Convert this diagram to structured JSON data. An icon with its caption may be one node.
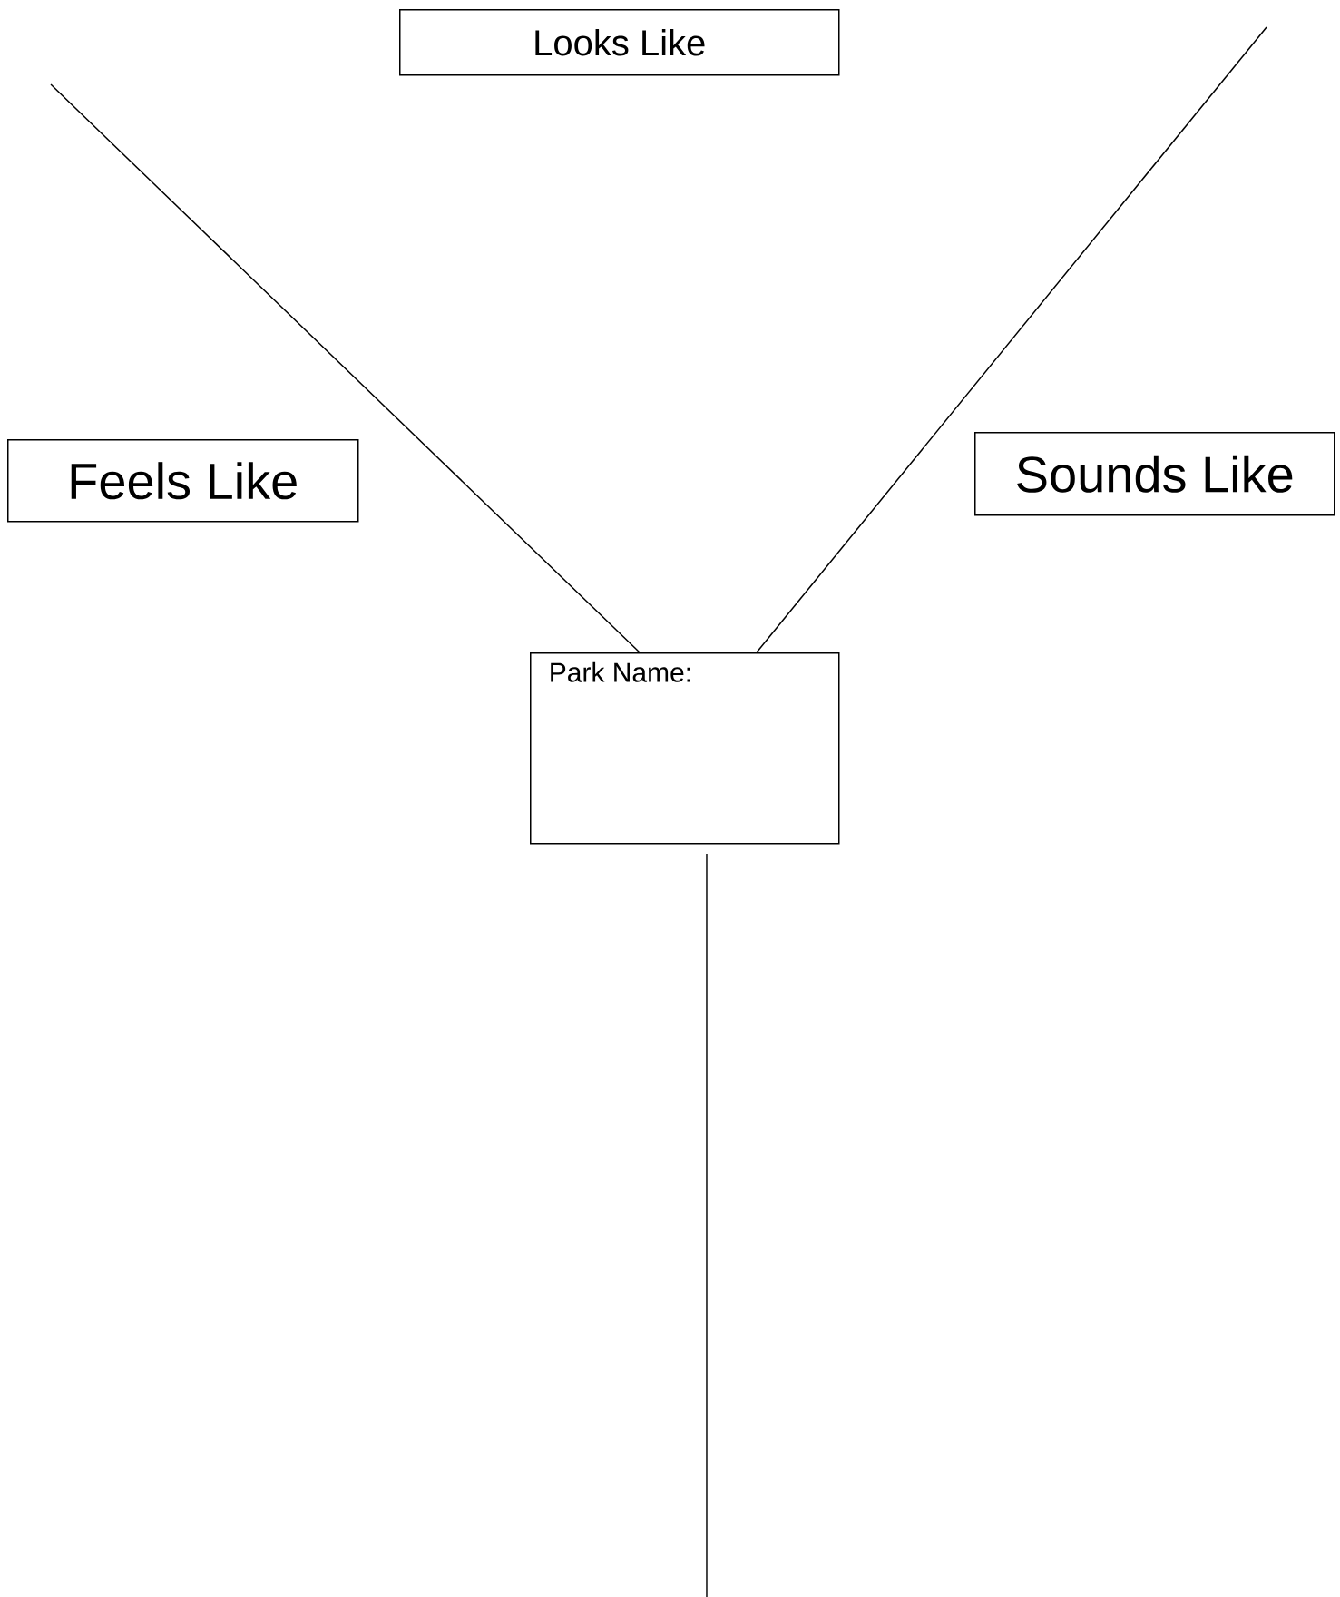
{
  "diagram": {
    "nodes": [
      {
        "text": [
          "Looks Like"
        ]
      },
      {
        "text": [
          "Feels Like"
        ]
      },
      {
        "text": [
          "Sounds Like"
        ]
      },
      {
        "text": [
          "Park Name:"
        ]
      }
    ],
    "edges": [
      {
        "from": null,
        "to": 3,
        "arrow": "none"
      },
      {
        "from": null,
        "to": 3,
        "arrow": "none"
      }
    ]
  }
}
